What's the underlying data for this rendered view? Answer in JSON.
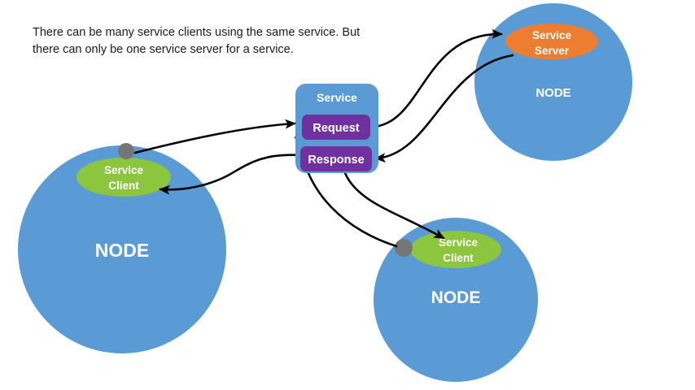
{
  "caption": {
    "line1": "There can be many service clients using the same service. But",
    "line2": "there can only be one service server for a service."
  },
  "service_box": {
    "title": "Service",
    "request_label": "Request",
    "response_label": "Response",
    "box_color": "#5B9BD5",
    "chip_color": "#7030A0"
  },
  "nodes": [
    {
      "id": "node-left-client",
      "label": "NODE",
      "endpoint_label_line1": "Service",
      "endpoint_label_line2": "Client",
      "endpoint_color": "#8CC63F",
      "node_color": "#5B9BD5",
      "connector_color": "#757575"
    },
    {
      "id": "node-bottom-client",
      "label": "NODE",
      "endpoint_label_line1": "Service",
      "endpoint_label_line2": "Client",
      "endpoint_color": "#8CC63F",
      "node_color": "#5B9BD5",
      "connector_color": "#757575"
    },
    {
      "id": "node-server",
      "label": "NODE",
      "endpoint_label_line1": "Service",
      "endpoint_label_line2": "Server",
      "endpoint_color": "#ED7D31",
      "node_color": "#5B9BD5",
      "connector_color": "#757575"
    }
  ],
  "connections": [
    {
      "id": "left-client-to-request",
      "from": "node-left-client",
      "to": "request"
    },
    {
      "id": "bottom-client-to-request",
      "from": "node-bottom-client",
      "to": "request"
    },
    {
      "id": "request-to-server",
      "from": "request",
      "to": "node-server"
    },
    {
      "id": "server-to-response",
      "from": "node-server",
      "to": "response"
    },
    {
      "id": "response-to-left-client",
      "from": "response",
      "to": "node-left-client"
    },
    {
      "id": "response-to-bottom-client",
      "from": "response",
      "to": "node-bottom-client"
    }
  ],
  "arrow_color": "#000000"
}
